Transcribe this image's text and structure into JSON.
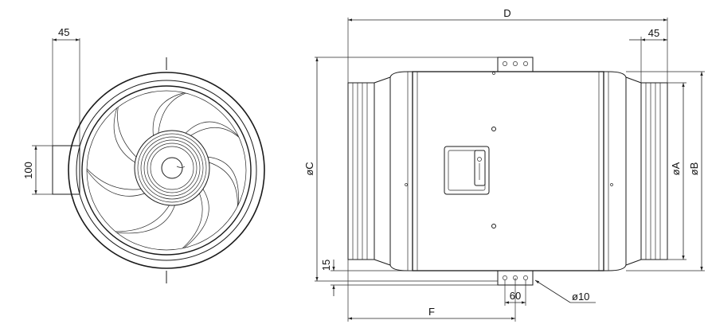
{
  "dimensions": {
    "side_mount_offset": "45",
    "side_mount_height": "100",
    "overall_length": "D",
    "spigot_length": "45",
    "casing_diameter": "øC",
    "duct_diameter": "øA",
    "outer_diameter": "øB",
    "bracket_height": "15",
    "bracket_offset": "F",
    "bracket_hole_spacing": "60",
    "bracket_hole_diameter": "ø10"
  },
  "icons": {
    "front_view": "fan-front-view",
    "side_view": "fan-side-view",
    "terminal_box": "terminal-box-icon"
  }
}
